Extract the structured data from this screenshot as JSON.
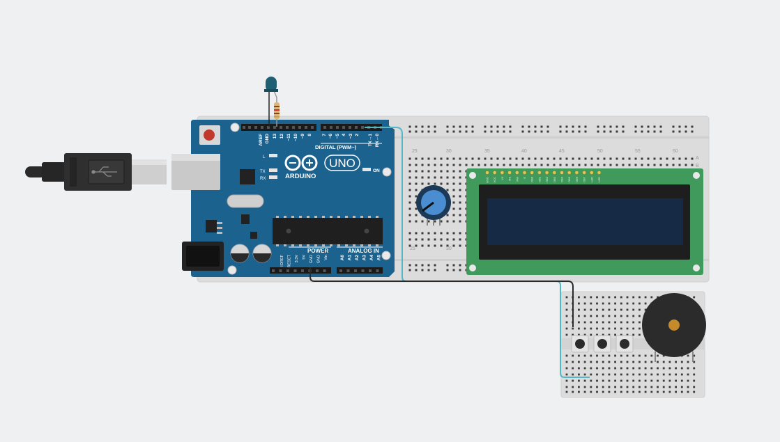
{
  "arduino": {
    "brand": "ARDUINO",
    "model": "UNO",
    "digital_header": "DIGITAL (PWM~)",
    "power_label": "POWER",
    "analog_label": "ANALOG IN",
    "on_label": "ON",
    "tx_label": "TX",
    "rx_label": "RX",
    "l_label": "L",
    "top_pins": [
      "AREF",
      "GND",
      "13",
      "12",
      "~11",
      "~10",
      "~9",
      "8",
      "7",
      "~6",
      "~5",
      "4",
      "~3",
      "2",
      "TX→1",
      "RX←0"
    ],
    "power_pins": [
      "IOREF",
      "RESET",
      "3.3V",
      "5V",
      "GND",
      "GND",
      "Vin"
    ],
    "analog_pins": [
      "A0",
      "A1",
      "A2",
      "A3",
      "A4",
      "A5"
    ]
  },
  "breadboard": {
    "column_numbers": [
      "25",
      "30",
      "35",
      "40",
      "45",
      "50",
      "55",
      "60"
    ],
    "bottom_numbers": [
      "25",
      "30"
    ],
    "row_letters": [
      "A",
      "B"
    ]
  },
  "lcd": {
    "pins": [
      "GND",
      "VCC",
      "V0",
      "RS",
      "RW",
      "E",
      "DB0",
      "DB1",
      "DB2",
      "DB3",
      "DB4",
      "DB5",
      "DB6",
      "DB7",
      "LED",
      "LED"
    ]
  },
  "colors": {
    "background": "#eef0f2",
    "arduino_blue": "#1c628f",
    "lcd_board": "#3f9a5c",
    "lcd_screen": "#172a45",
    "wire_cyan": "#56b7c4",
    "wire_black": "#2b2b2b",
    "led": "#1f5f74"
  }
}
